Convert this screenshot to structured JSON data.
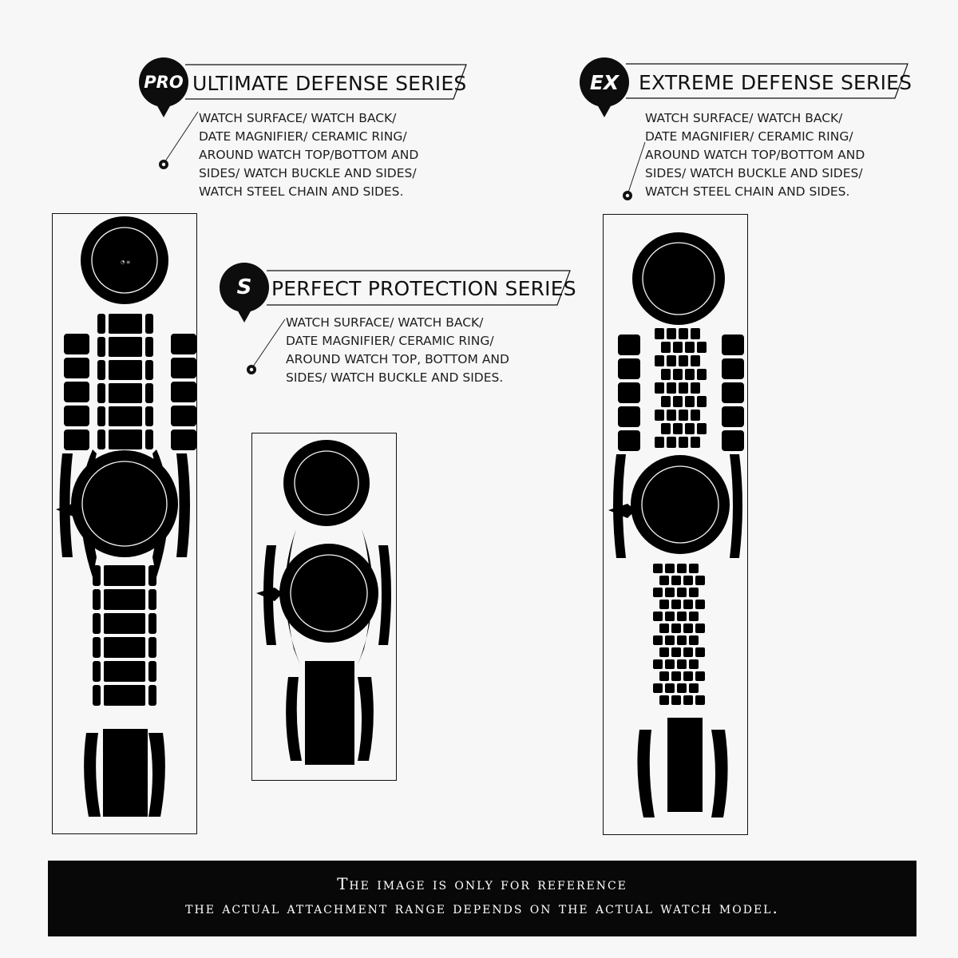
{
  "series": [
    {
      "badge": "PRO",
      "title": "ULTIMATE DEFENSE SERIES",
      "lines": [
        "WATCH SURFACE/ WATCH BACK/",
        "DATE MAGNIFIER/ CERAMIC RING/",
        "AROUND WATCH TOP/BOTTOM AND",
        "SIDES/ WATCH BUCKLE AND SIDES/",
        "WATCH STEEL CHAIN AND SIDES."
      ]
    },
    {
      "badge": "S",
      "title": "PERFECT PROTECTION SERIES",
      "lines": [
        "WATCH SURFACE/ WATCH BACK/",
        "DATE MAGNIFIER/ CERAMIC RING/",
        "AROUND WATCH TOP, BOTTOM AND",
        "SIDES/ WATCH BUCKLE AND SIDES."
      ]
    },
    {
      "badge": "EX",
      "title": "EXTREME DEFENSE SERIES",
      "lines": [
        "WATCH SURFACE/ WATCH BACK/",
        "DATE MAGNIFIER/ CERAMIC RING/",
        "AROUND WATCH TOP/BOTTOM AND",
        "SIDES/ WATCH BUCKLE AND SIDES/",
        "WATCH STEEL CHAIN AND SIDES."
      ]
    }
  ],
  "footer": {
    "line1": "The image is only for reference",
    "line2": "the actual attachment range depends on the actual watch model."
  },
  "colors": {
    "ink": "#0d0d0d",
    "background": "#f7f7f7"
  }
}
